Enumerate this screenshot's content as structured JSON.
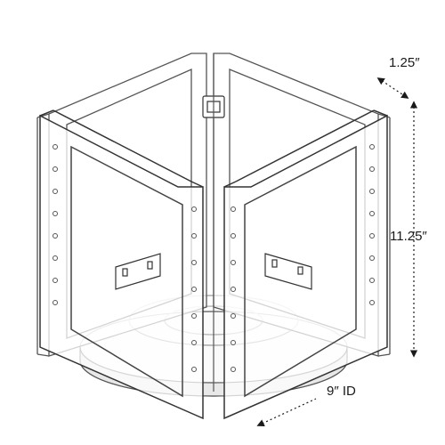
{
  "dimensions": {
    "depth": "1.25″",
    "height": "11.25″",
    "diameter": "9″ ID"
  },
  "colors": {
    "line": "#1a1a1a",
    "panel_stroke": "#555555",
    "base_fill": "#f2f2f2"
  }
}
